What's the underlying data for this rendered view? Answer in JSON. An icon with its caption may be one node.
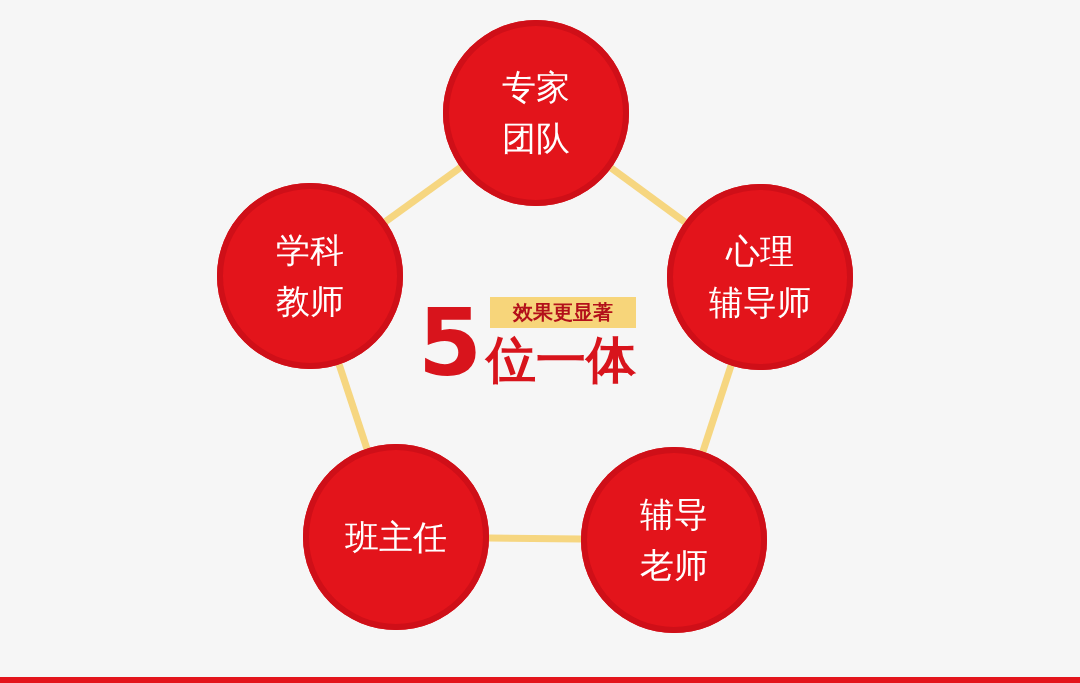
{
  "diagram": {
    "nodes": [
      {
        "text": [
          "专家团队"
        ]
      },
      {
        "text": [
          "学科教师"
        ]
      },
      {
        "text": [
          "心理辅导师"
        ]
      },
      {
        "text": [
          "效果更显著"
        ]
      },
      {
        "text": [
          "班主任"
        ]
      },
      {
        "text": [
          "辅导老师"
        ]
      }
    ],
    "edges": [
      {
        "from": 0,
        "to": 2,
        "arrow": "none"
      },
      {
        "from": 2,
        "to": 5,
        "arrow": "none"
      },
      {
        "from": 5,
        "to": 4,
        "arrow": "none"
      },
      {
        "from": 4,
        "to": 1,
        "arrow": "none"
      },
      {
        "from": 1,
        "to": 0,
        "arrow": "none"
      }
    ],
    "labels": [
      "5",
      "位一体"
    ]
  }
}
